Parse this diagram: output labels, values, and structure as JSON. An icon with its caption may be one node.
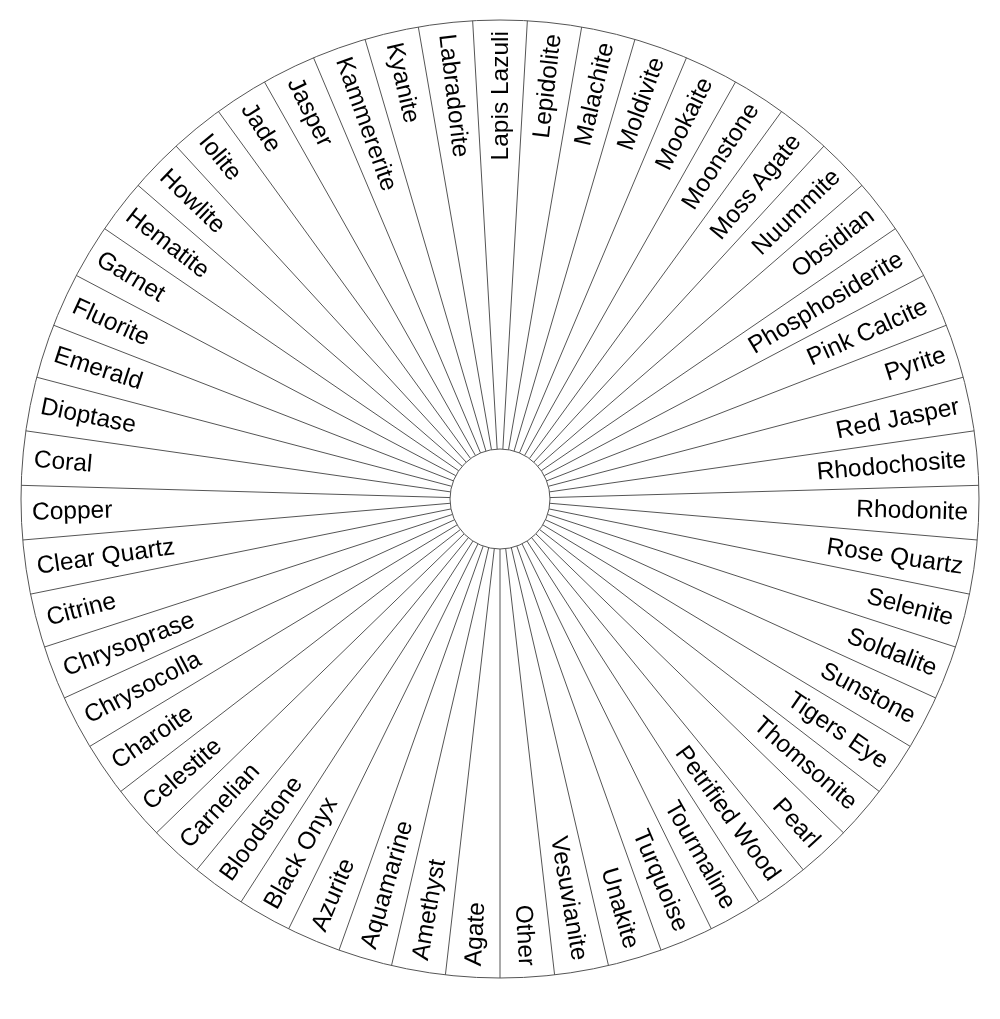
{
  "diagram": {
    "nodes": [
      {
        "text": [
          "Agate"
        ]
      },
      {
        "text": [
          "Amethyst"
        ]
      },
      {
        "text": [
          "Aquamarine"
        ]
      },
      {
        "text": [
          "Azurite"
        ]
      },
      {
        "text": [
          "Black Onyx"
        ]
      },
      {
        "text": [
          "Bloodstone"
        ]
      },
      {
        "text": [
          "Carnelian"
        ]
      },
      {
        "text": [
          "Celestite"
        ]
      },
      {
        "text": [
          "Charoite"
        ]
      },
      {
        "text": [
          "Chrysocolla"
        ]
      },
      {
        "text": [
          "Chrysoprase"
        ]
      },
      {
        "text": [
          "Citrine"
        ]
      },
      {
        "text": [
          "Clear Quartz"
        ]
      },
      {
        "text": [
          "Copper"
        ]
      },
      {
        "text": [
          "Coral"
        ]
      },
      {
        "text": [
          "Dioptase"
        ]
      },
      {
        "text": [
          "Emerald"
        ]
      },
      {
        "text": [
          "Fluorite"
        ]
      },
      {
        "text": [
          "Garnet"
        ]
      },
      {
        "text": [
          "Hematite"
        ]
      },
      {
        "text": [
          "Howlite"
        ]
      },
      {
        "text": [
          "Iolite"
        ]
      },
      {
        "text": [
          "Jade"
        ]
      },
      {
        "text": [
          "Jasper"
        ]
      },
      {
        "text": [
          "Kammererite"
        ]
      },
      {
        "text": [
          "Kyanite"
        ]
      },
      {
        "text": [
          "Labradorite"
        ]
      },
      {
        "text": [
          "Lapis Lazuli"
        ]
      },
      {
        "text": [
          "Lepidolite"
        ]
      },
      {
        "text": [
          "Malachite"
        ]
      },
      {
        "text": [
          "Moldivite"
        ]
      },
      {
        "text": [
          "Mookaite"
        ]
      },
      {
        "text": [
          "Moonstone"
        ]
      },
      {
        "text": [
          "Moss Agate"
        ]
      },
      {
        "text": [
          "Nuummite"
        ]
      },
      {
        "text": [
          "Obsidian"
        ]
      },
      {
        "text": [
          "Phosphosiderite"
        ]
      },
      {
        "text": [
          "Pink Calcite"
        ]
      },
      {
        "text": [
          "Pyrite"
        ]
      },
      {
        "text": [
          "Red Jasper"
        ]
      },
      {
        "text": [
          "Rhodochosite"
        ]
      },
      {
        "text": [
          "Rhodonite"
        ]
      },
      {
        "text": [
          "Rose Quartz"
        ]
      },
      {
        "text": [
          "Selenite"
        ]
      },
      {
        "text": [
          "Soldalite"
        ]
      },
      {
        "text": [
          "Sunstone"
        ]
      },
      {
        "text": [
          "Tigers Eye"
        ]
      },
      {
        "text": [
          "Thomsonite"
        ]
      },
      {
        "text": [
          "Pearl"
        ]
      },
      {
        "text": [
          "Petrified Wood"
        ]
      },
      {
        "text": [
          "Tourmaline"
        ]
      },
      {
        "text": [
          "Turquoise"
        ]
      },
      {
        "text": [
          "Unakite"
        ]
      },
      {
        "text": [
          "Vesuvianite"
        ]
      },
      {
        "text": [
          "Other"
        ]
      }
    ]
  }
}
